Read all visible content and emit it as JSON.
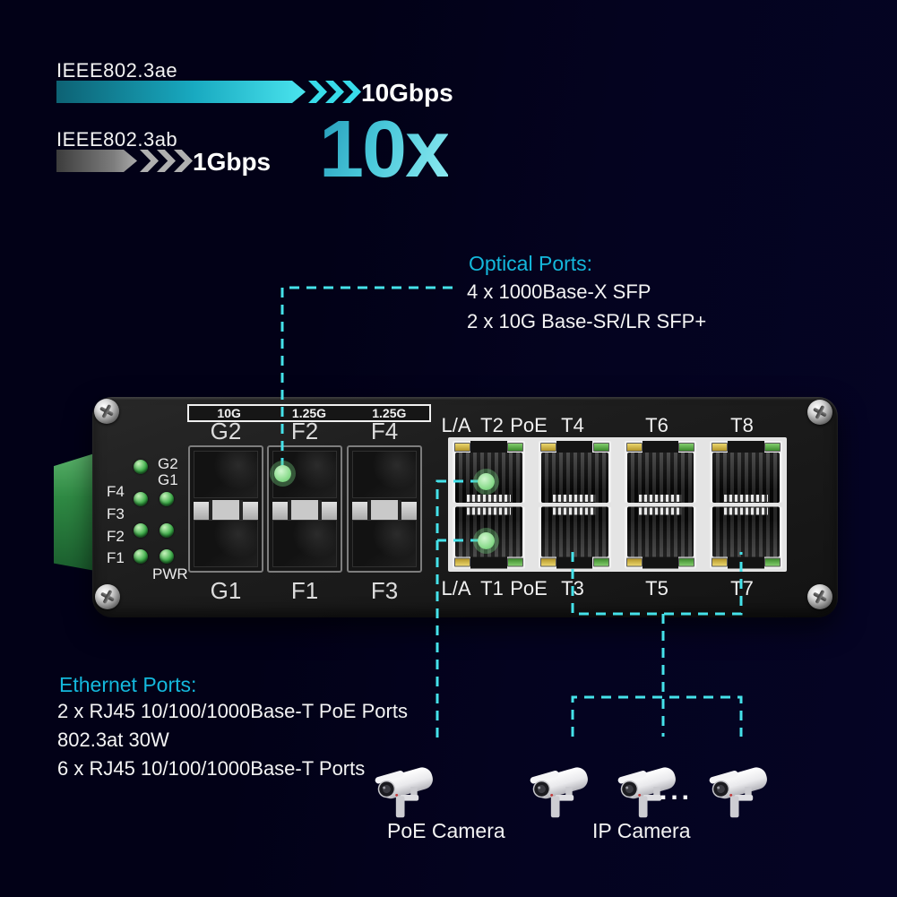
{
  "colors": {
    "background": "#020218",
    "accent_cyan_title": "#14b8dc",
    "dash_cyan": "#45e2ea",
    "bar_10g_from": "#0d6274",
    "bar_10g_to": "#4ae4ee",
    "bar_1g_from": "#3c3c3c",
    "bar_1g_to": "#aaaaaa",
    "multiplier_gradient": [
      "#2499b8",
      "#93edf3"
    ],
    "led_green": "#3fae4b",
    "port_dot_green": "#8cdc8e",
    "terminal_green": "#2f8a44"
  },
  "comparison": {
    "rows": [
      {
        "standard": "IEEE802.3ae",
        "speed": "10Gbps"
      },
      {
        "standard": "IEEE802.3ab",
        "speed": "1Gbps"
      }
    ],
    "multiplier": "10x"
  },
  "optical": {
    "title": "Optical Ports:",
    "lines": [
      "4 x 1000Base-X SFP",
      "2 x 10G Base-SR/LR SFP+"
    ]
  },
  "ethernet": {
    "title": "Ethernet Ports:",
    "lines": [
      "2 x RJ45 10/100/1000Base-T PoE Ports",
      "802.3at 30W",
      "6 x RJ45 10/100/1000Base-T Ports"
    ]
  },
  "switch": {
    "speed_labels": [
      "10G",
      "1.25G",
      "1.25G"
    ],
    "sfp_top": [
      "G2",
      "F2",
      "F4"
    ],
    "sfp_bottom": [
      "G1",
      "F1",
      "F3"
    ],
    "rj45_top": [
      "L/A",
      "T2",
      "PoE",
      "T4",
      "T6",
      "T8"
    ],
    "rj45_bottom": [
      "L/A",
      "T1",
      "PoE",
      "T3",
      "T5",
      "T7"
    ],
    "leds": {
      "g2": "G2",
      "g1": "G1",
      "f4": "F4",
      "f3": "F3",
      "f2": "F2",
      "f1": "F1",
      "pwr": "PWR"
    }
  },
  "cameras": {
    "poe_label": "PoE Camera",
    "ip_label": "IP Camera",
    "ellipsis": "..."
  }
}
